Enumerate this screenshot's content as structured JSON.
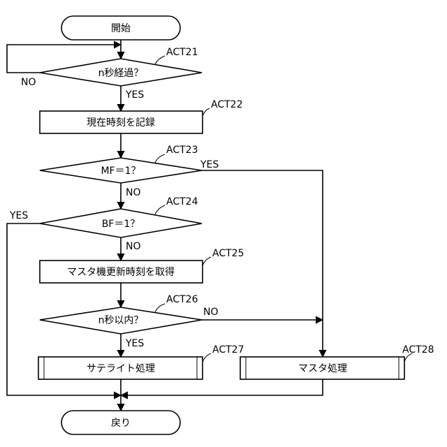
{
  "nodes": {
    "start": "開始",
    "act21_q": "n秒経過？",
    "act22_box": "現在時刻を記録",
    "act23_q": "MF＝1？",
    "act24_q": "BF＝1？",
    "act25_box": "マスタ機更新時刻を取得",
    "act26_q": "n秒以内？",
    "act27_box": "サテライト処理",
    "act28_box": "マスタ処理",
    "end": "戻り"
  },
  "step_labels": {
    "act21": "ACT21",
    "act22": "ACT22",
    "act23": "ACT23",
    "act24": "ACT24",
    "act25": "ACT25",
    "act26": "ACT26",
    "act27": "ACT27",
    "act28": "ACT28"
  },
  "branch_labels": {
    "act21_no": "NO",
    "act21_yes": "YES",
    "act23_yes": "YES",
    "act23_no": "NO",
    "act24_yes": "YES",
    "act24_no": "NO",
    "act26_no": "NO",
    "act26_yes": "YES"
  }
}
